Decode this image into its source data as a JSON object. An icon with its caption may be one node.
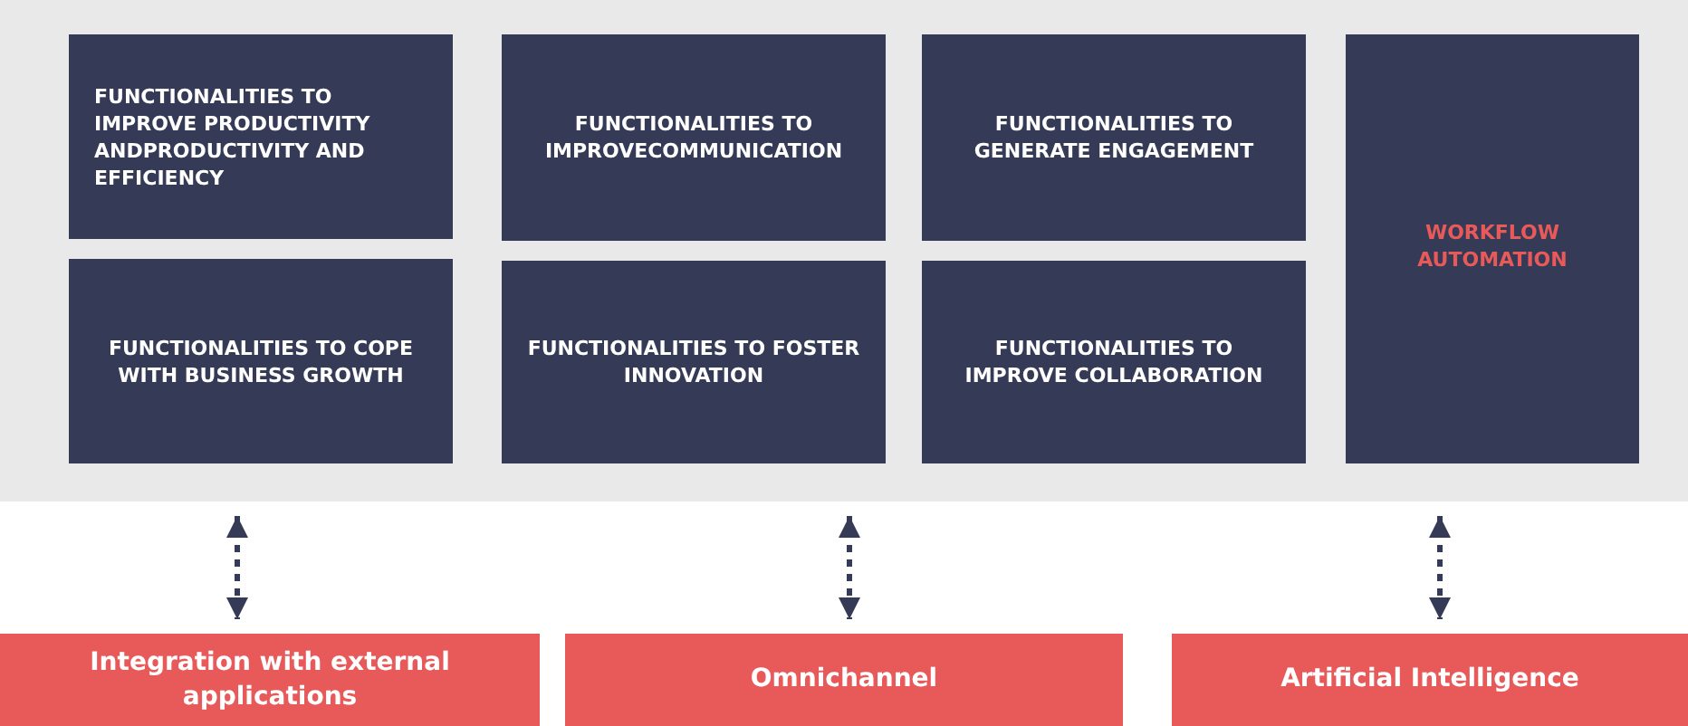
{
  "diagram": {
    "nodes": [
      {
        "text": [],
        "shape": "box"
      },
      {
        "text": [
          "FUNCTIONALITIES TO IMPROVE PRODUCTIVITY ANDPRODUCTIVITY AND EFFICIENCY"
        ],
        "in": 0
      },
      {
        "text": [
          "FUNCTIONALITIES TO IMPROVECOMMUNICATION"
        ],
        "in": 0
      },
      {
        "text": [
          "FUNCTIONALITIES TO GENERATE ENGAGEMENT"
        ],
        "in": 0
      },
      {
        "text": [
          "WORKFLOW AUTOMATION"
        ],
        "in": 0
      },
      {
        "text": [
          "FUNCTIONALITIES TO COPE WITH BUSINESS GROWTH"
        ],
        "in": 0
      },
      {
        "text": [
          "FUNCTIONALITIES TO FOSTER INNOVATION"
        ],
        "in": 0
      },
      {
        "text": [
          "FUNCTIONALITIES TO IMPROVE COLLABORATION"
        ],
        "in": 0
      },
      {
        "text": [
          "Integration with external applications"
        ]
      },
      {
        "text": [
          "Omnichannel"
        ]
      },
      {
        "text": [
          "Artificial Intelligence"
        ]
      }
    ],
    "edges": [
      {
        "from": 0,
        "to": 8,
        "arrow": "both",
        "style": "dashed"
      },
      {
        "from": 0,
        "to": 9,
        "arrow": "both",
        "style": "dashed"
      },
      {
        "from": 0,
        "to": 10,
        "arrow": "both",
        "style": "dashed"
      }
    ]
  }
}
